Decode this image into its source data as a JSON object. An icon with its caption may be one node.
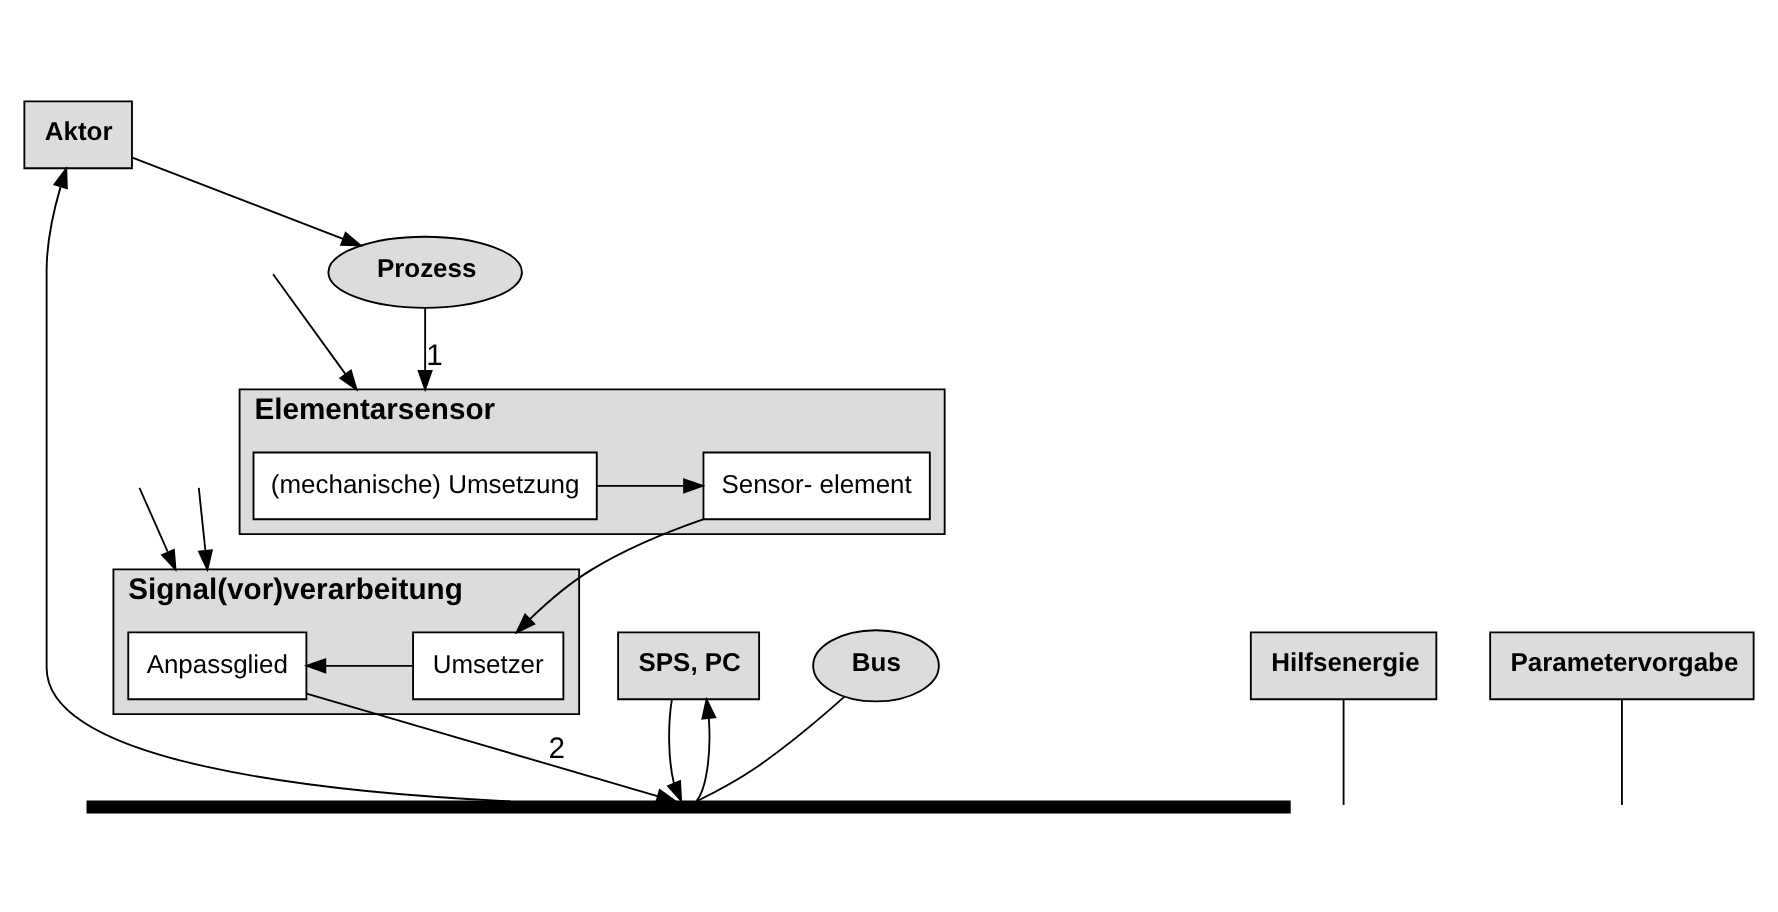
{
  "diagram": {
    "nodes": [
      {
        "text": [
          "Aktor"
        ]
      },
      {
        "text": [
          "Prozess"
        ]
      },
      {
        "text": [
          "Elementarsensor"
        ]
      },
      {
        "text": [
          "(mechanische) Umsetzung"
        ],
        "in": 2
      },
      {
        "text": [
          "Sensor- element"
        ],
        "in": 2
      },
      {
        "text": [
          "Signal(vor)verarbeitung"
        ]
      },
      {
        "text": [
          "Anpassglied"
        ],
        "in": 5
      },
      {
        "text": [
          "Umsetzer"
        ],
        "in": 5
      },
      {
        "text": [
          "Hilfsenergie"
        ]
      },
      {
        "text": [
          "SPS, PC"
        ]
      },
      {
        "text": [
          "Bus"
        ]
      },
      {
        "text": [
          "Parametervorgabe"
        ]
      },
      {
        "text": [],
        "shape": "bar"
      }
    ],
    "edges": [
      {
        "from": 0,
        "to": 1,
        "arrow": "to"
      },
      {
        "from": 1,
        "to": 2,
        "arrow": "to",
        "label": "1"
      },
      {
        "from": 3,
        "to": 4,
        "arrow": "to"
      },
      {
        "from": 4,
        "to": 7,
        "arrow": "to"
      },
      {
        "from": 7,
        "to": 6,
        "arrow": "to"
      },
      {
        "from": 6,
        "to": 12,
        "arrow": "to",
        "label": "2"
      },
      {
        "from": 12,
        "to": 0,
        "arrow": "to"
      },
      {
        "from": 12,
        "to": 9,
        "arrow": "to"
      },
      {
        "from": 9,
        "to": 12,
        "arrow": "to"
      },
      {
        "from": 10,
        "to": 12,
        "arrow": "none"
      },
      {
        "from": 8,
        "to": null,
        "arrow": "none"
      },
      {
        "from": null,
        "to": 2,
        "arrow": "to"
      },
      {
        "from": null,
        "to": 5,
        "arrow": "to"
      },
      {
        "from": null,
        "to": 5,
        "arrow": "to"
      },
      {
        "from": 11,
        "to": null,
        "arrow": "none"
      }
    ]
  }
}
